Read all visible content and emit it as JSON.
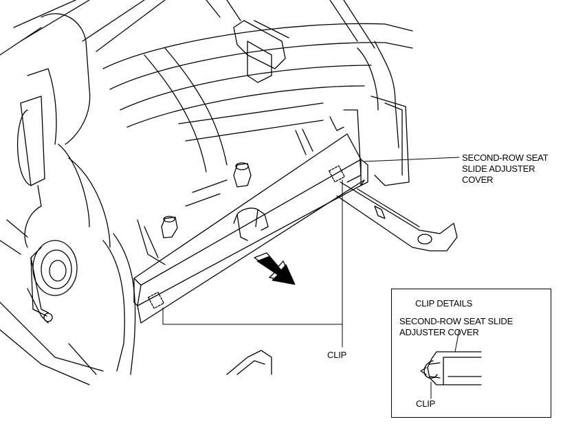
{
  "labels": {
    "main_part": [
      "SECOND-ROW SEAT",
      "SLIDE ADJUSTER",
      "COVER"
    ],
    "clip": "CLIP"
  },
  "inset": {
    "title": "CLIP DETAILS",
    "part": [
      "SECOND-ROW SEAT SLIDE",
      "ADJUSTER COVER"
    ],
    "clip": "CLIP"
  },
  "colors": {
    "line": "#000000",
    "background": "#ffffff",
    "arrow_fill": "#000000"
  },
  "icons": {
    "direction_arrow": "removal-direction-arrow-icon"
  }
}
